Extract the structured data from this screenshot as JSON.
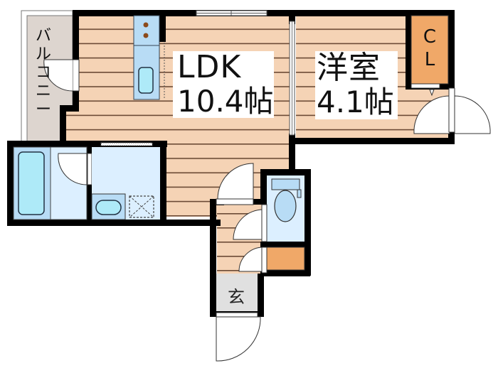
{
  "floor_plan": {
    "rooms": {
      "ldk": {
        "name": "LDK",
        "size": "10.4帖"
      },
      "western_room": {
        "name": "洋室",
        "size": "4.1帖"
      },
      "closet": {
        "line1": "C",
        "line2": "L"
      },
      "balcony": {
        "chars": [
          "バ",
          "ル",
          "コ",
          "ニ",
          "ー"
        ]
      },
      "entrance": {
        "name": "玄"
      }
    },
    "colors": {
      "wall": "#000000",
      "floor_wood": "#f5d3b5",
      "floor_stripe": "#6b4a35",
      "balcony": "#ddd5cf",
      "wet_area": "#dcefff",
      "fixture": "#b8dcf5",
      "fixture_fill": "#aeeaf8",
      "storage": "#f0a868",
      "entrance": "#e0e0e0"
    }
  }
}
